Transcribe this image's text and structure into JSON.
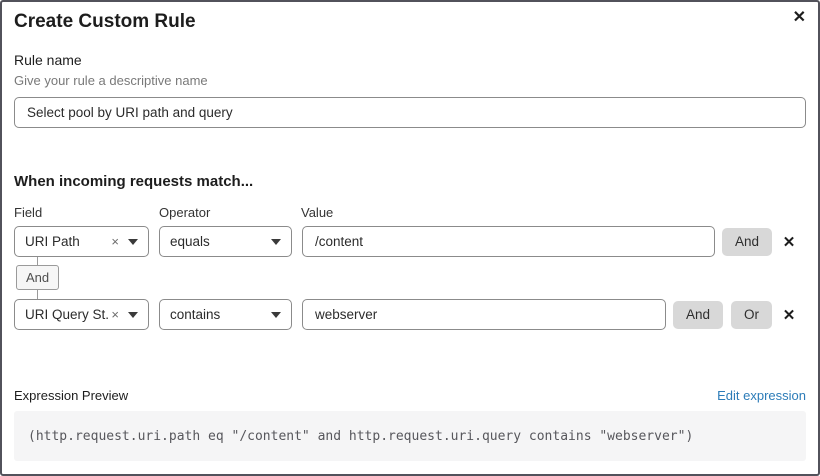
{
  "dialog": {
    "title": "Create Custom Rule"
  },
  "icons": {
    "close": "✕",
    "clear": "×",
    "remove": "✕"
  },
  "rule_name": {
    "label": "Rule name",
    "hint": "Give your rule a descriptive name",
    "value": "Select pool by URI path and query"
  },
  "matcher": {
    "heading": "When incoming requests match...",
    "columns": {
      "field": "Field",
      "operator": "Operator",
      "value": "Value"
    },
    "connector": "And",
    "rows": [
      {
        "field": "URI Path",
        "operator": "equals",
        "value": "/content",
        "and_label": "And"
      },
      {
        "field": "URI Query St...",
        "operator": "contains",
        "value": "webserver",
        "and_label": "And",
        "or_label": "Or"
      }
    ]
  },
  "expression": {
    "label": "Expression Preview",
    "edit_link": "Edit expression",
    "code": "(http.request.uri.path eq \"/content\" and http.request.uri.query contains \"webserver\")"
  },
  "colors": {
    "dialog_border": "#52525b",
    "input_border": "#8b8b8b",
    "button_bg": "#d8d8d8",
    "code_bg": "#f5f5f6",
    "link_blue": "#2c7cb8"
  }
}
